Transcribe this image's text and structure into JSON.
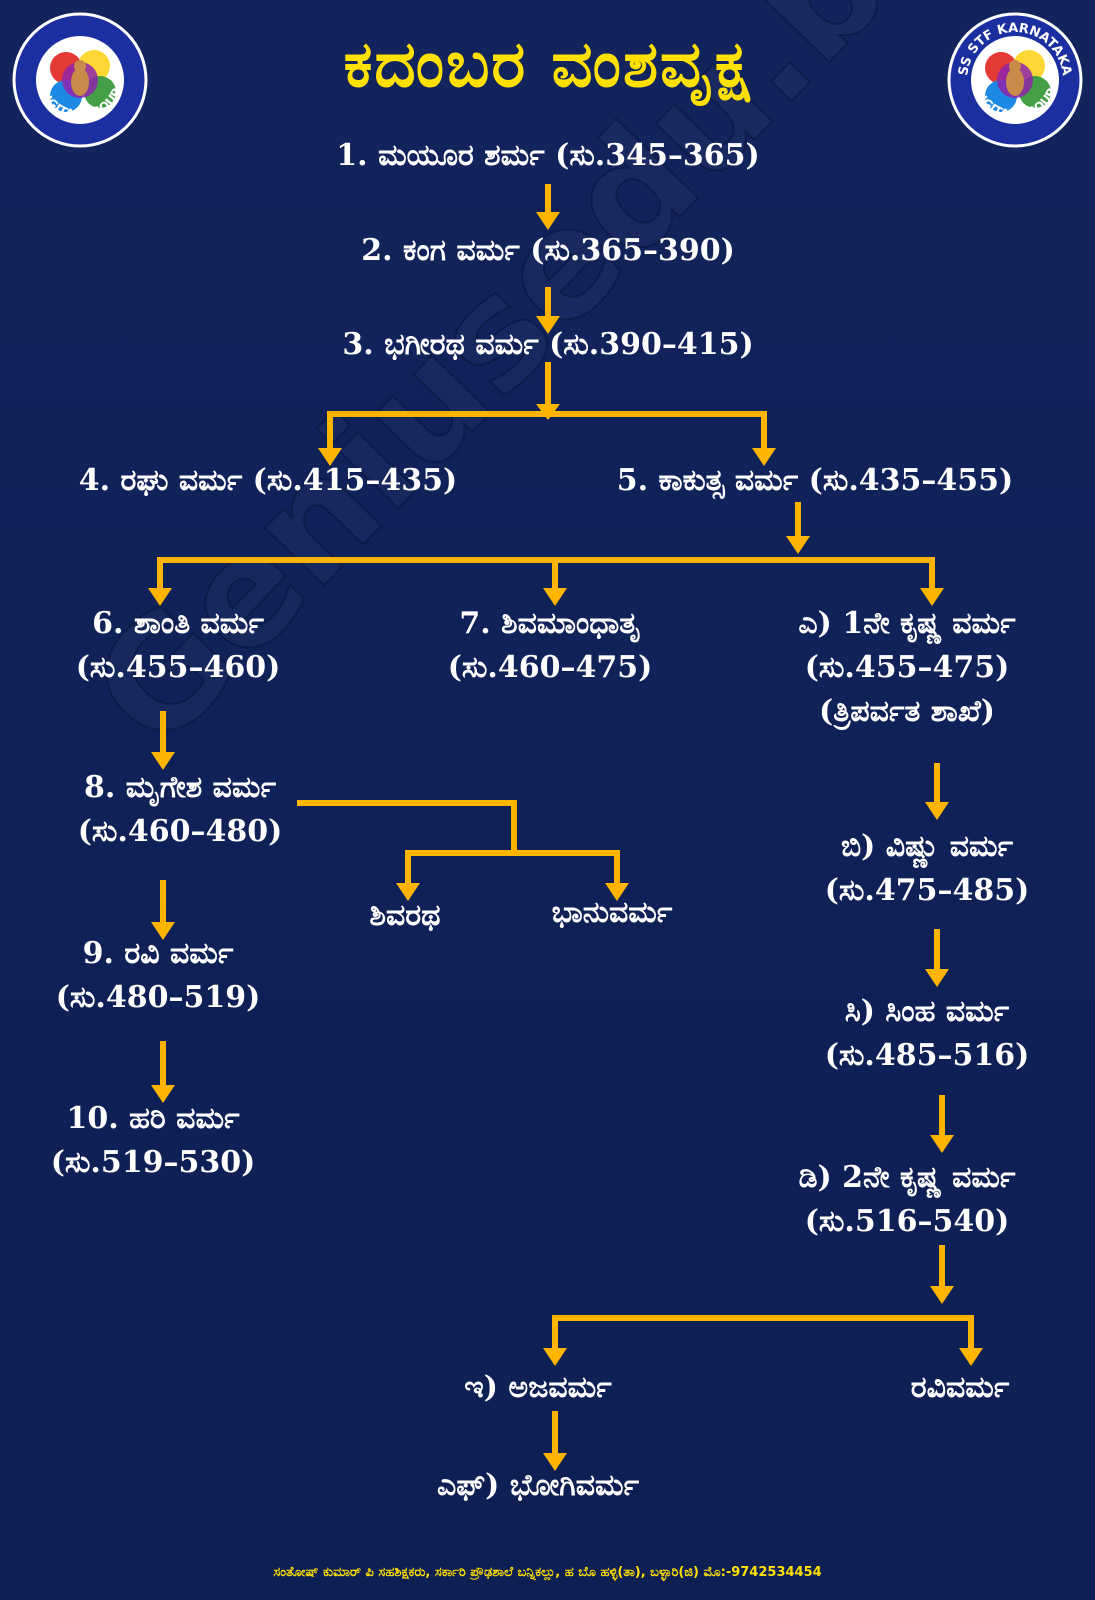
{
  "title": "ಕದಂಬರ ವಂಶವೃಕ್ಷ",
  "logo": {
    "text_top": "SS STF KARNATAKA",
    "text_bottom": "DIGITAL GROUP"
  },
  "watermark": "Geniusedu.blogspot.com",
  "nodes": {
    "n1": {
      "line1": "1. ಮಯೂರ ಶರ್ಮ (ಸು.345–365)"
    },
    "n2": {
      "line1": "2. ಕಂಗ ವರ್ಮ (ಸು.365–390)"
    },
    "n3": {
      "line1": "3. ಭಗೀರಥ ವರ್ಮ (ಸು.390–415)"
    },
    "n4": {
      "line1": "4. ರಘು ವರ್ಮ (ಸು.415–435)"
    },
    "n5": {
      "line1": "5. ಕಾಕುತ್ಸ ವರ್ಮ (ಸು.435–455)"
    },
    "n6": {
      "line1": "6. ಶಾಂತಿ ವರ್ಮ",
      "line2": "(ಸು.455–460)"
    },
    "n7": {
      "line1": "7. ಶಿವಮಾಂಧಾತೃ",
      "line2": "(ಸು.460–475)"
    },
    "na": {
      "line1": "ಎ) 1ನೇ ಕೃಷ್ಣ ವರ್ಮ",
      "line2": "(ಸು.455–475)",
      "line3": "(ತ್ರಿಪರ್ವತ ಶಾಖೆ)"
    },
    "n8": {
      "line1": "8. ಮೃಗೇಶ ವರ್ಮ",
      "line2": "(ಸು.460–480)"
    },
    "nshivaratha": {
      "line1": "ಶಿವರಥ"
    },
    "nbhanu": {
      "line1": "ಭಾನುವರ್ಮ"
    },
    "nb": {
      "line1": "ಬಿ) ವಿಷ್ಣು ವರ್ಮ",
      "line2": "(ಸು.475–485)"
    },
    "n9": {
      "line1": "9. ರವಿ ವರ್ಮ",
      "line2": "(ಸು.480–519)"
    },
    "nc": {
      "line1": "ಸಿ) ಸಿಂಹ ವರ್ಮ",
      "line2": "(ಸು.485–516)"
    },
    "n10": {
      "line1": "10. ಹರಿ ವರ್ಮ",
      "line2": "(ಸು.519–530)"
    },
    "nd": {
      "line1": "ಡಿ) 2ನೇ ಕೃಷ್ಣ ವರ್ಮ",
      "line2": "(ಸು.516–540)"
    },
    "ne": {
      "line1": "ಇ) ಅಜವರ್ಮ"
    },
    "nravi": {
      "line1": "ರವಿವರ್ಮ"
    },
    "nf": {
      "line1": "ಎಫ್) ಭೋಗಿವರ್ಮ"
    }
  },
  "footer": "ಸಂತೋಷ್ ಕುಮಾರ್ ಪಿ ಸಹಶಿಕ್ಷಕರು, ಸರ್ಕಾರಿ ಪ್ರೌಢಶಾಲೆ ಬನ್ನಿಕಲ್ಲು, ಹ ಬೊ ಹಳ್ಳಿ(ತಾ), ಬಳ್ಳಾರಿ(ಜಿ) ಮೊ:-9742534454",
  "colors": {
    "background": "#0f2156",
    "title": "#ffe000",
    "connector": "#ffb400",
    "text": "#ffffff"
  }
}
